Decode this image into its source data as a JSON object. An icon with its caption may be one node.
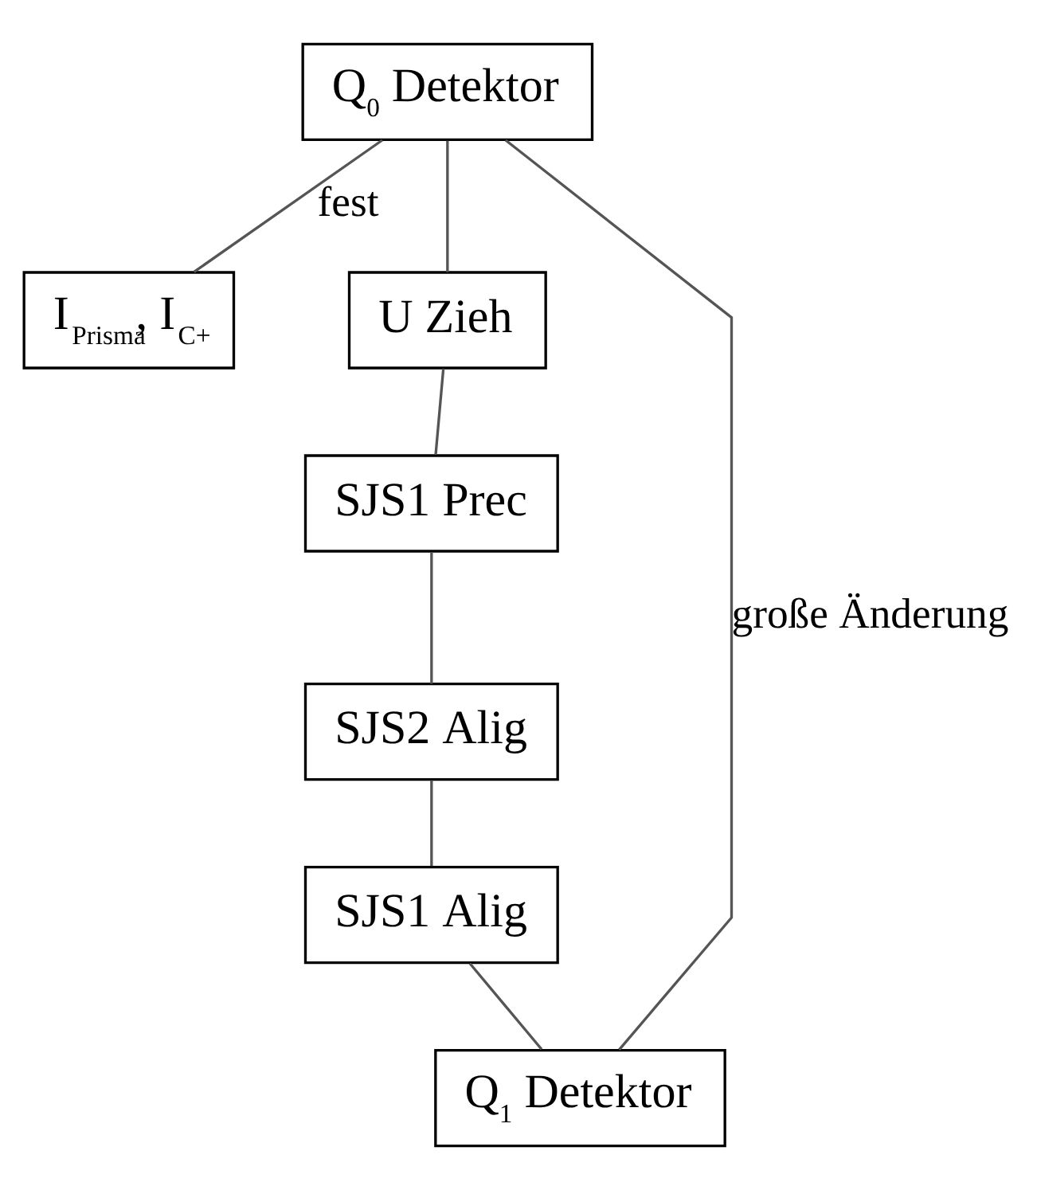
{
  "diagram": {
    "nodes": [
      {
        "text": [
          "Q$_{0}$ Detektor"
        ]
      },
      {
        "text": [
          "I$_{Prisma}$, I$_{C+}$"
        ]
      },
      {
        "text": [
          "U Zieh"
        ]
      },
      {
        "text": [
          "SJS1 Prec"
        ]
      },
      {
        "text": [
          "SJS2 Alig"
        ]
      },
      {
        "text": [
          "SJS1 Alig"
        ]
      },
      {
        "text": [
          "Q$_{1}$ Detektor"
        ]
      }
    ],
    "edges": [
      {
        "from": 0,
        "to": 1,
        "arrow": "none",
        "label": "fest"
      },
      {
        "from": 0,
        "to": 2,
        "arrow": "none"
      },
      {
        "from": 2,
        "to": 3,
        "arrow": "none"
      },
      {
        "from": 3,
        "to": 4,
        "arrow": "none"
      },
      {
        "from": 4,
        "to": 5,
        "arrow": "none"
      },
      {
        "from": 5,
        "to": 6,
        "arrow": "none"
      },
      {
        "from": 0,
        "to": 6,
        "arrow": "none",
        "label": "große Änderung"
      }
    ]
  }
}
